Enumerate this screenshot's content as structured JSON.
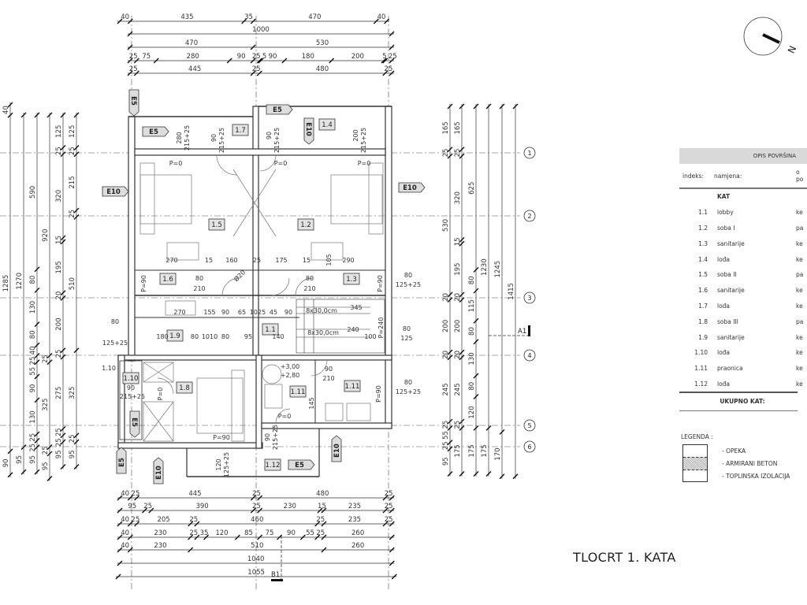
{
  "title": "TLOCRT 1. KATA",
  "north_label": "N",
  "table": {
    "header": "OPIS POVRŠINA",
    "col_index": "indeks:",
    "col_purpose": "namjena:",
    "col_third_line1": "o",
    "col_third_line2": "po",
    "section": "KAT",
    "rows": [
      {
        "index": "1.1",
        "name": "lobby",
        "finish": "ke"
      },
      {
        "index": "1.2",
        "name": "soba I",
        "finish": "pa"
      },
      {
        "index": "1.3",
        "name": "sanitarije",
        "finish": "ke"
      },
      {
        "index": "1.4",
        "name": "lođa",
        "finish": "ke"
      },
      {
        "index": "1.5",
        "name": "soba II",
        "finish": "pa"
      },
      {
        "index": "1.6",
        "name": "sanitarije",
        "finish": "ke"
      },
      {
        "index": "1.7",
        "name": "lođa",
        "finish": "ke"
      },
      {
        "index": "1.8",
        "name": "soba III",
        "finish": "pa"
      },
      {
        "index": "1.9",
        "name": "sanitarije",
        "finish": "ke"
      },
      {
        "index": "1.10",
        "name": "lođa",
        "finish": "ke"
      },
      {
        "index": "1.11",
        "name": "praonica",
        "finish": "ke"
      },
      {
        "index": "1.12",
        "name": "lođa",
        "finish": "ke"
      }
    ],
    "total": "UKUPNO KAT:"
  },
  "legend": {
    "title": "LEGENDA :",
    "items": [
      "- OPEKA",
      "- ARMIRANI BETON",
      "- TOPLINSKA IZOLACIJA"
    ]
  },
  "dimensions": {
    "top": [
      [
        40,
        435,
        35,
        470,
        40
      ],
      [
        1000
      ],
      [
        470,
        530
      ],
      [
        25,
        75,
        280,
        90,
        25,
        5,
        90,
        180,
        200,
        5,
        25
      ],
      [
        25,
        445,
        25,
        480,
        25
      ]
    ],
    "bottom": [
      [
        40,
        25,
        445,
        25,
        480,
        25
      ],
      [
        95,
        25,
        390,
        25,
        230,
        15,
        235,
        25
      ],
      [
        40,
        25,
        205,
        25,
        460,
        25,
        235,
        25
      ],
      [
        40,
        230,
        25,
        35,
        120,
        85,
        75,
        90,
        55,
        25,
        260
      ],
      [
        40,
        230,
        510,
        260
      ],
      [
        1040
      ],
      [
        1055
      ]
    ],
    "left": [
      [
        40,
        1285,
        90
      ],
      [
        1270,
        95
      ],
      [
        590,
        80,
        130,
        80,
        40,
        25,
        55,
        90,
        130,
        25,
        25,
        95
      ],
      [
        920,
        25,
        325,
        25,
        95
      ],
      [
        125,
        25,
        320,
        15,
        195,
        20,
        200,
        25,
        275,
        25,
        25,
        95
      ],
      [
        125,
        25,
        215,
        25,
        510,
        325,
        25,
        95
      ]
    ],
    "right": [
      [
        165,
        25,
        530,
        20,
        200,
        20,
        245,
        25,
        55,
        25,
        95
      ],
      [
        165,
        25,
        320,
        15,
        195,
        20,
        200,
        20,
        245,
        25,
        175
      ],
      [
        625,
        80,
        115,
        80,
        130,
        80,
        120,
        175
      ],
      [
        1230,
        175
      ],
      [
        1245,
        170
      ],
      [
        1415
      ]
    ]
  },
  "grid_axes": [
    "1",
    "2",
    "3",
    "4",
    "5",
    "6"
  ],
  "section_marks": [
    "A1",
    "B1"
  ],
  "room_tags": [
    "1.7",
    "1.4",
    "1.5",
    "1.2",
    "1.6",
    "1.3",
    "1.1",
    "1.9",
    "1.10",
    "1.8",
    "1.11",
    "1.11",
    "1.12"
  ],
  "wall_tags": [
    "E5",
    "E5",
    "E5",
    "E10",
    "E10",
    "E10",
    "E5",
    "E5",
    "E10",
    "E10",
    "E5"
  ],
  "annotations": [
    "P=0",
    "P=0",
    "P=0",
    "280",
    "215+25",
    "90",
    "215+25",
    "90",
    "215+25",
    "200",
    "215+25",
    "270",
    "15",
    "160",
    "25",
    "175",
    "15",
    "290",
    "80",
    "210",
    "80",
    "210",
    "P=90",
    "P=90",
    "80",
    "125+25",
    "80",
    "125+25",
    "270",
    "155",
    "90",
    "65",
    "1025",
    "45",
    "90",
    "180",
    "80",
    "1010",
    "80",
    "95",
    "140",
    "100",
    "240",
    "345",
    "8x30,0cm",
    "8x30,0cm",
    "P=240",
    "80",
    "125",
    "80",
    "125+25",
    "+3,00",
    "+2,80",
    "90",
    "210",
    "145",
    "P=0",
    "P=90",
    "90",
    "215+25",
    "120",
    "125+25",
    "1.10",
    "90",
    "215+25",
    "P=0",
    "P=90",
    "105",
    "Ø20"
  ]
}
